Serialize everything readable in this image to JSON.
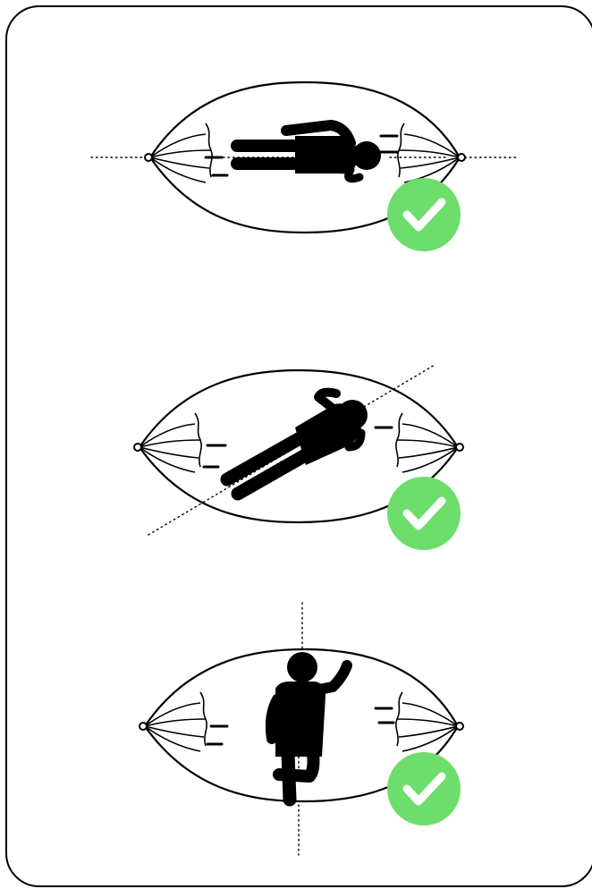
{
  "diagram": {
    "panels": [
      {
        "id": "horizontal",
        "status": "correct",
        "icon": "check-circle-icon",
        "accent": "#6ddd6b"
      },
      {
        "id": "diagonal",
        "status": "correct",
        "icon": "check-circle-icon",
        "accent": "#6ddd6b"
      },
      {
        "id": "vertical",
        "status": "correct",
        "icon": "check-circle-icon",
        "accent": "#6ddd6b"
      }
    ],
    "colors": {
      "line": "#000000",
      "check_bg": "#6ddd6b",
      "check_mark": "#ffffff"
    }
  }
}
